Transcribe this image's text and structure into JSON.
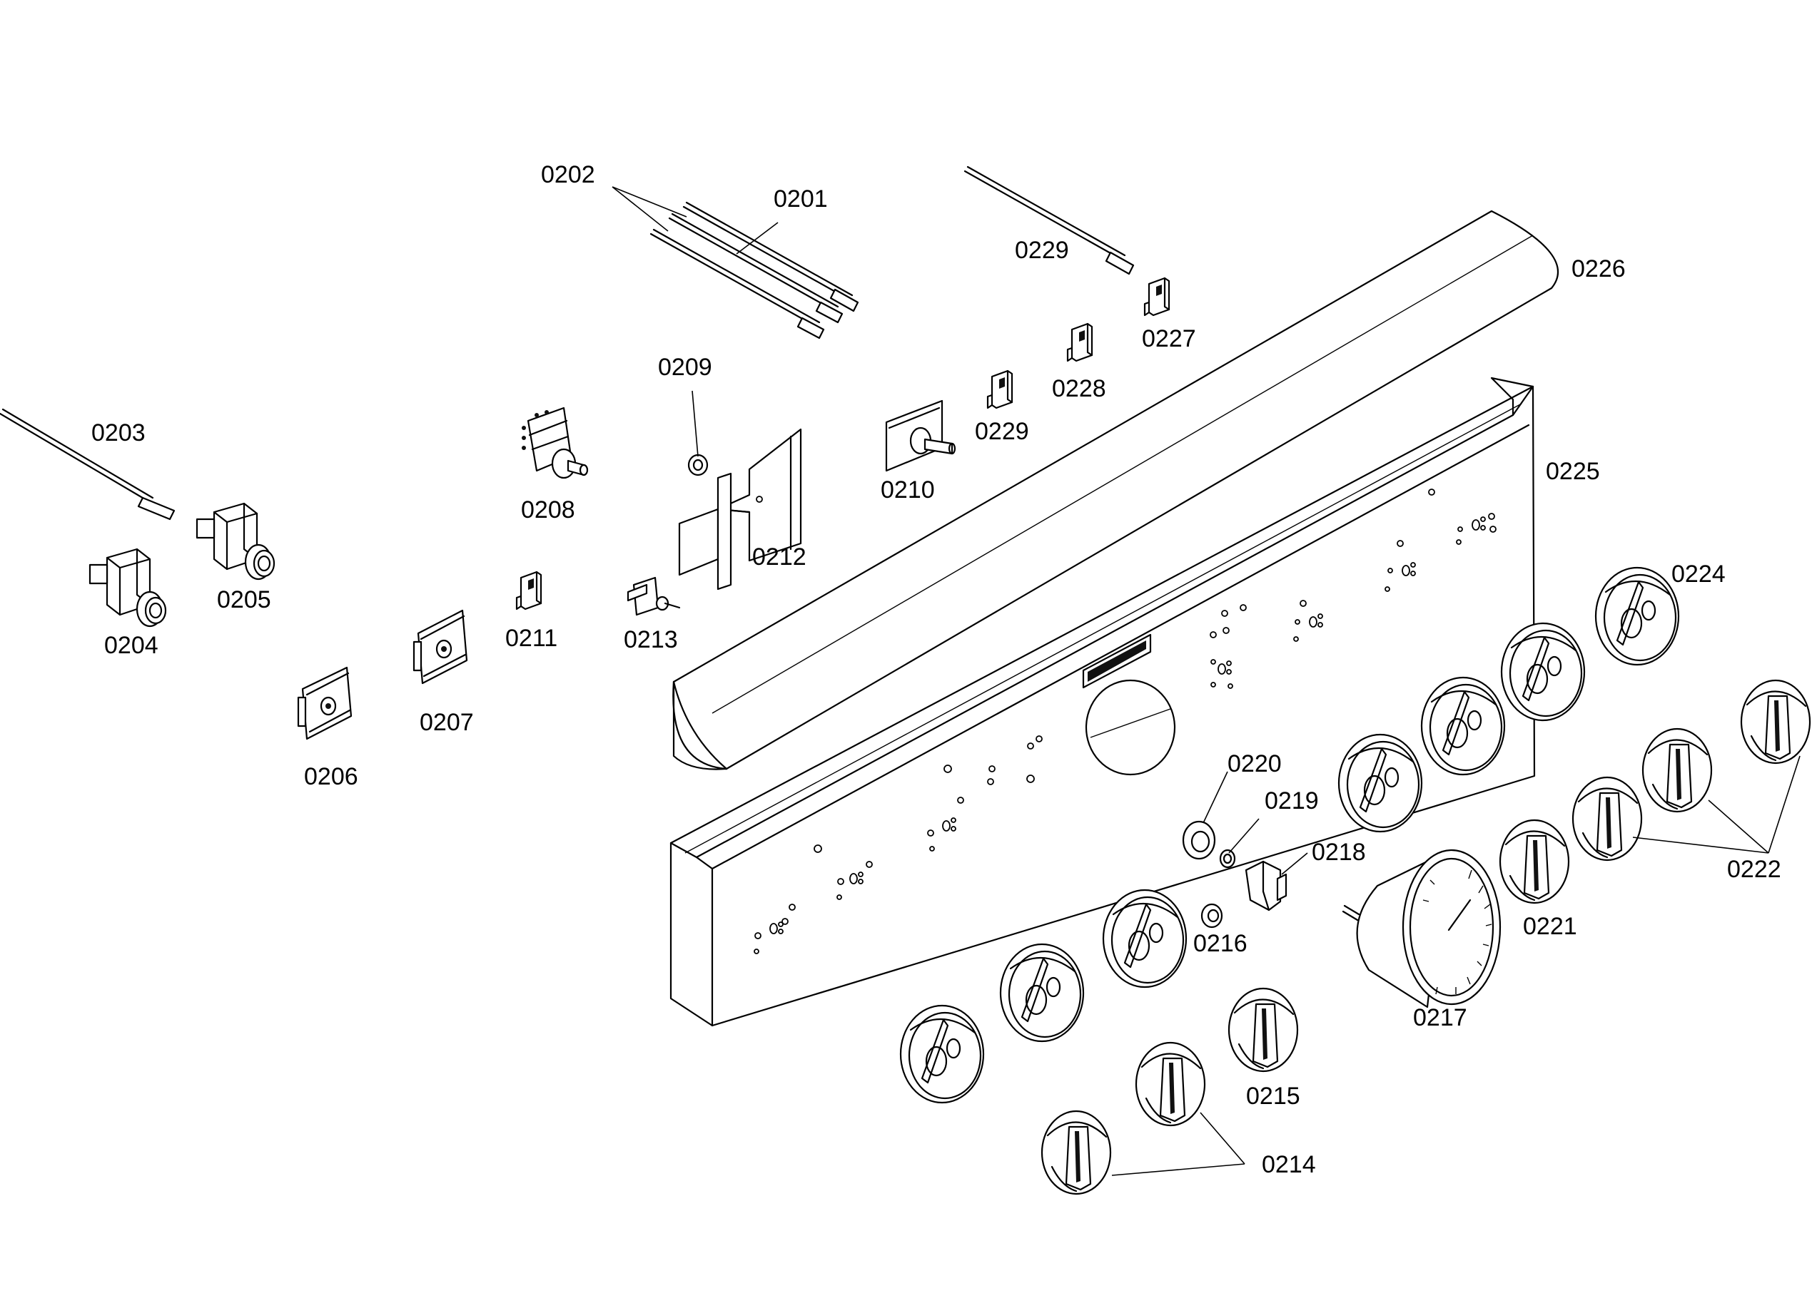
{
  "labels": {
    "p0201": "0201",
    "p0202": "0202",
    "p0203": "0203",
    "p0204": "0204",
    "p0205": "0205",
    "p0206": "0206",
    "p0207": "0207",
    "p0208": "0208",
    "p0209": "0209",
    "p0210": "0210",
    "p0211": "0211",
    "p0212": "0212",
    "p0213": "0213",
    "p0214": "0214",
    "p0215": "0215",
    "p0216": "0216",
    "p0217": "0217",
    "p0218": "0218",
    "p0219": "0219",
    "p0220": "0220",
    "p0221": "0221",
    "p0222": "0222",
    "p0224": "0224",
    "p0225": "0225",
    "p0226": "0226",
    "p0227": "0227",
    "p0228": "0228",
    "p0229a": "0229",
    "p0229b": "0229"
  }
}
